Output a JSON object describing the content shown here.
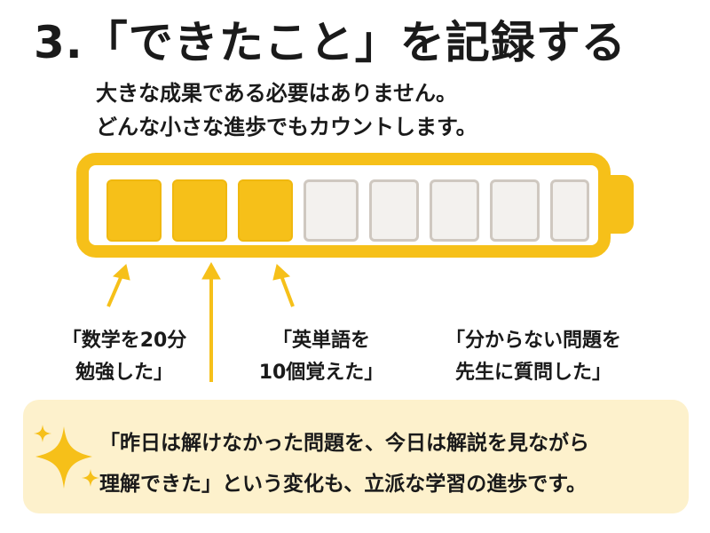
{
  "title": "3.「できたこと」を記録する",
  "subtitle": {
    "line1": "大きな成果である必要はありません。",
    "line2": "どんな小さな進歩でもカウントします。"
  },
  "battery": {
    "filled_cells": 3,
    "total_cells": 8,
    "fill_color": "#F6C019",
    "empty_color": "#F3F1EE"
  },
  "examples": [
    {
      "line1": "「数学を20分",
      "line2": "勉強した」"
    },
    {
      "line1": "「英単語を",
      "line2": "10個覚えた」"
    },
    {
      "line1": "「分からない問題を",
      "line2": "先生に質問した」"
    }
  ],
  "note": {
    "line1": "「昨日は解けなかった問題を、今日は解説を見ながら",
    "line2": "理解できた」という変化も、立派な学習の進歩です。",
    "icon": "sparkle-icon"
  },
  "colors": {
    "accent": "#F6C019",
    "note_bg": "#FDF1CC",
    "text": "#1a1a1a"
  }
}
